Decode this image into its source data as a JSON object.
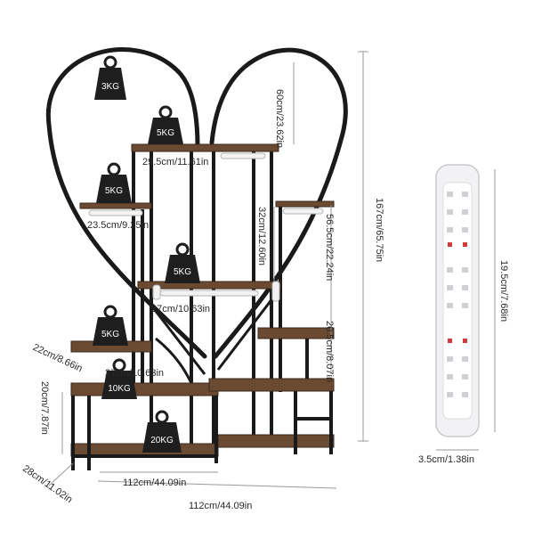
{
  "weights": {
    "w1": "3KG",
    "w2": "5KG",
    "w3": "5KG",
    "w4": "5KG",
    "w5": "5KG",
    "w6": "10KG",
    "w7": "20KG"
  },
  "dimensions": {
    "top_shelf_width": "29.5cm/11.61in",
    "left_upper_shelf_width": "23.5cm/9.25in",
    "middle_shelf_width": "27cm/10.63in",
    "left_lower_shelf_width": "27cm/10.63in",
    "left_side_shelf": "22cm/8.66in",
    "arch_height": "60cm/23.62in",
    "upper_section_height": "32cm/12.60in",
    "middle_section_height": "56.5cm/22.24in",
    "lower_section_height": "20.5cm/8.07in",
    "bottom_shelf_height": "20cm/7.87in",
    "depth": "28cm/11.02in",
    "bottom_width": "112cm/44.09in",
    "total_width": "112cm/44.09in",
    "total_height": "167cm/65.75in",
    "light_length": "19.5cm/7.68in",
    "light_width": "3.5cm/1.38in"
  },
  "colors": {
    "frame": "#1a1a1a",
    "wood": "#6b4a32",
    "wood_light": "#8a6446",
    "weight": "#1e1e1e",
    "dimension_line": "#999999",
    "light_body": "#f2f2f4"
  }
}
